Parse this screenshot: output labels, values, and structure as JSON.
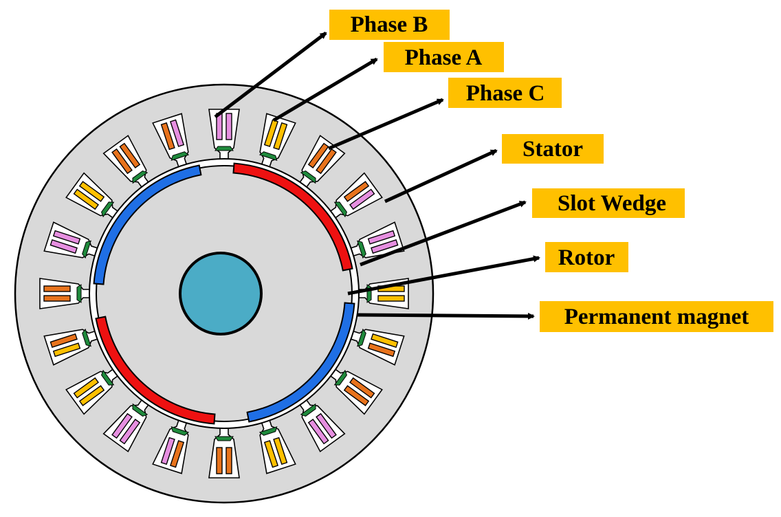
{
  "colors": {
    "background": "#ffffff",
    "stator": "#d9d9d9",
    "rotor": "#d9d9d9",
    "shaft": "#4bacc6",
    "outline": "#000000",
    "label_box": "#ffc000",
    "phase_a": "#ffc000",
    "phase_b": "#e68fe0",
    "phase_c": "#e8731c",
    "slot_wedge": "#1f8a3c",
    "magnet_red": "#ee1111",
    "magnet_blue": "#1f6fe5",
    "slot": "#ffffff",
    "arrow": "#000000"
  },
  "labels": {
    "phase_b": "Phase B",
    "phase_a": "Phase A",
    "phase_c": "Phase C",
    "stator": "Stator",
    "slot_wedge": "Slot Wedge",
    "rotor": "Rotor",
    "permanent_magnet": "Permanent magnet"
  },
  "slots": [
    {
      "index": 0,
      "coil": [
        "phase_b",
        "phase_b"
      ]
    },
    {
      "index": 1,
      "coil": [
        "phase_a",
        "phase_a"
      ]
    },
    {
      "index": 2,
      "coil": [
        "phase_c",
        "phase_c"
      ]
    },
    {
      "index": 3,
      "coil": [
        "phase_c",
        "phase_b"
      ]
    },
    {
      "index": 4,
      "coil": [
        "phase_b",
        "phase_b"
      ]
    },
    {
      "index": 5,
      "coil": [
        "phase_a",
        "phase_a"
      ]
    },
    {
      "index": 6,
      "coil": [
        "phase_a",
        "phase_c"
      ]
    },
    {
      "index": 7,
      "coil": [
        "phase_c",
        "phase_c"
      ]
    },
    {
      "index": 8,
      "coil": [
        "phase_b",
        "phase_b"
      ]
    },
    {
      "index": 9,
      "coil": [
        "phase_a",
        "phase_a"
      ]
    },
    {
      "index": 10,
      "coil": [
        "phase_c",
        "phase_c"
      ]
    },
    {
      "index": 11,
      "coil": [
        "phase_c",
        "phase_b"
      ]
    },
    {
      "index": 12,
      "coil": [
        "phase_b",
        "phase_b"
      ]
    },
    {
      "index": 13,
      "coil": [
        "phase_a",
        "phase_a"
      ]
    },
    {
      "index": 14,
      "coil": [
        "phase_a",
        "phase_c"
      ]
    },
    {
      "index": 15,
      "coil": [
        "phase_c",
        "phase_c"
      ]
    },
    {
      "index": 16,
      "coil": [
        "phase_b",
        "phase_b"
      ]
    },
    {
      "index": 17,
      "coil": [
        "phase_a",
        "phase_a"
      ]
    },
    {
      "index": 18,
      "coil": [
        "phase_c",
        "phase_c"
      ]
    },
    {
      "index": 19,
      "coil": [
        "phase_c",
        "phase_b"
      ]
    }
  ],
  "magnets": [
    {
      "name": "magnet-top-right",
      "color": "magnet_red"
    },
    {
      "name": "magnet-bottom-right",
      "color": "magnet_blue"
    },
    {
      "name": "magnet-bottom-left",
      "color": "magnet_red"
    },
    {
      "name": "magnet-top-left",
      "color": "magnet_blue"
    }
  ]
}
